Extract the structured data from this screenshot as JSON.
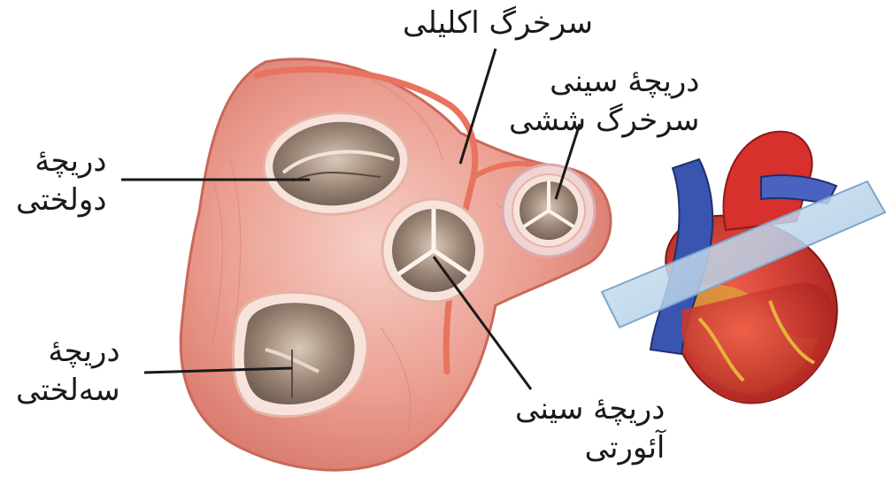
{
  "labels": {
    "coronary_artery": [
      "سرخرگ اکلیلی"
    ],
    "pulmonary_valve": [
      "دریچهٔ سینی",
      "سرخرگ ششی"
    ],
    "mitral_valve": [
      "دریچهٔ",
      "دولختی"
    ],
    "tricuspid_valve": [
      "دریچهٔ",
      "سه‌لختی"
    ],
    "aortic_valve": [
      "دریچهٔ سینی",
      "آئورتی"
    ]
  },
  "colors": {
    "tissue": "#e99a8d",
    "tissue_light": "#f4c3b8",
    "valve_rim": "#f7e3dc",
    "valve_inner": "#a89382",
    "heart_red": "#d8302c",
    "vein_blue": "#3a55b0",
    "fat_yellow": "#d9a93a",
    "plane": "#b9d3ea",
    "leader": "#1a1a1a"
  }
}
